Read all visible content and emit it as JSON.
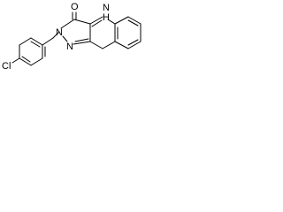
{
  "diagram": {
    "type": "chemical-structure",
    "labels": {
      "carbonyl_oxygen": "O",
      "ring_nh_n": "N",
      "ring_nh_h": "H",
      "pyrazole_n_aryl": "N",
      "pyrazole_n_imine": "N",
      "chlorine": "Cl"
    },
    "colors": {
      "ink": "#000000",
      "background": "#ffffff"
    }
  }
}
